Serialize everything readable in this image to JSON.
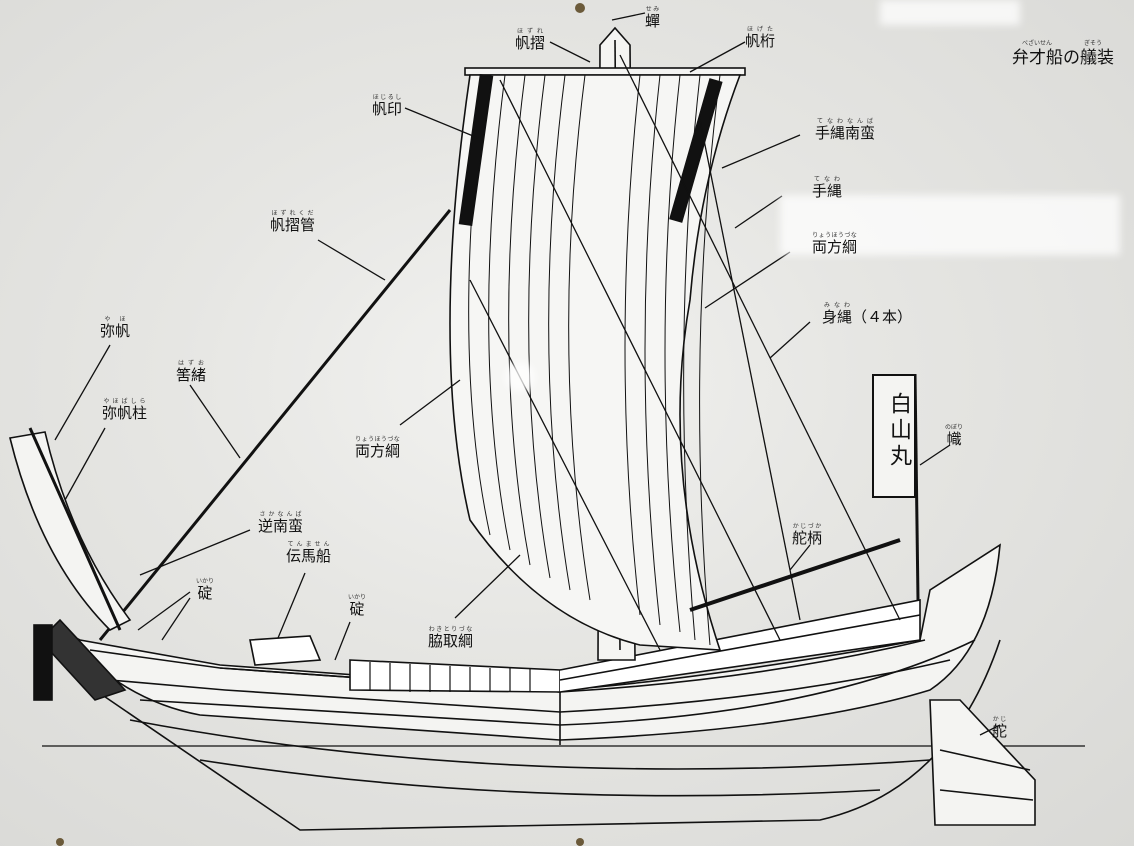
{
  "title": {
    "text": "弁才船の艤装",
    "parts": [
      {
        "kanji": "弁才船",
        "reading": "べざいせん"
      },
      {
        "kanji": "の",
        "reading": ""
      },
      {
        "kanji": "艤装",
        "reading": "ぎそう"
      }
    ]
  },
  "banner_text": "白山丸",
  "labels": {
    "hozure": {
      "kanji": "帆摺",
      "reading": "ほずれ"
    },
    "semi": {
      "kanji": "蟬",
      "reading": "せみ"
    },
    "hogeta": {
      "kanji": "帆桁",
      "reading": "ほげた"
    },
    "hojirushi": {
      "kanji": "帆印",
      "reading": "ほじるし"
    },
    "tenawananba": {
      "kanji": "手縄南蛮",
      "reading": "てなわなんば"
    },
    "tenawa": {
      "kanji": "手縄",
      "reading": "てなわ"
    },
    "ryohozuna_right": {
      "kanji": "両方綱",
      "reading": "りょうほうづな"
    },
    "minawa": {
      "kanji": "身縄",
      "reading": "みなわ",
      "suffix": "（４本）"
    },
    "hozurekuda": {
      "kanji": "帆摺管",
      "reading": "ほずれくだ"
    },
    "yaho": {
      "kanji": "弥帆",
      "reading": "やほ"
    },
    "hazuo": {
      "kanji": "筈緒",
      "reading": "はずお"
    },
    "yahobashira": {
      "kanji": "弥帆柱",
      "reading": "やほばしら"
    },
    "ryohozuna_left": {
      "kanji": "両方綱",
      "reading": "りょうほうづな"
    },
    "nobori": {
      "kanji": "幟",
      "reading": "のぼり"
    },
    "sakananba": {
      "kanji": "逆南蛮",
      "reading": "さかなんば"
    },
    "kajizuka": {
      "kanji": "舵柄",
      "reading": "かじづか"
    },
    "tenmasen": {
      "kanji": "伝馬船",
      "reading": "てんません"
    },
    "ikari_1": {
      "kanji": "碇",
      "reading": "いかり"
    },
    "ikari_2": {
      "kanji": "碇",
      "reading": "いかり"
    },
    "wakitorizuna": {
      "kanji": "脇取綱",
      "reading": "わきとりづな"
    },
    "kaji": {
      "kanji": "舵",
      "reading": "かじ"
    }
  }
}
